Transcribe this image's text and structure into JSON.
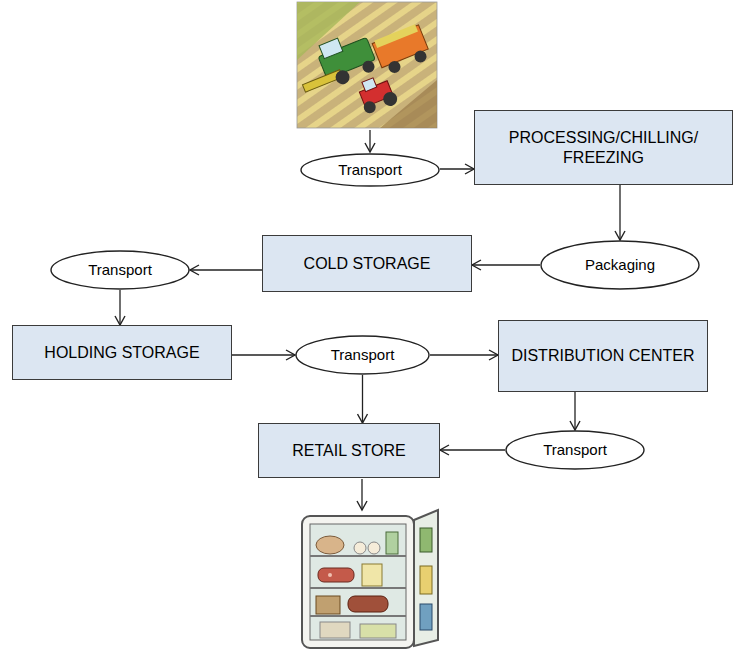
{
  "diagram": {
    "nodes": [
      {
        "text": [
          "Transport"
        ]
      },
      {
        "text": [
          "PROCESSING/CHILLING/ FREEZING"
        ]
      },
      {
        "text": [
          "Packaging"
        ]
      },
      {
        "text": [
          "COLD STORAGE"
        ]
      },
      {
        "text": [
          "Transport"
        ]
      },
      {
        "text": [
          "HOLDING STORAGE"
        ]
      },
      {
        "text": [
          "Transport"
        ]
      },
      {
        "text": [
          "DISTRIBUTION CENTER"
        ]
      },
      {
        "text": [
          "RETAIL STORE"
        ]
      },
      {
        "text": [
          "Transport"
        ]
      }
    ],
    "edges": [
      {
        "from": 0,
        "to": 1,
        "arrow": "to"
      },
      {
        "from": 1,
        "to": 2,
        "arrow": "to"
      },
      {
        "from": 2,
        "to": 3,
        "arrow": "to"
      },
      {
        "from": 3,
        "to": 4,
        "arrow": "to"
      },
      {
        "from": 4,
        "to": 5,
        "arrow": "to"
      },
      {
        "from": 5,
        "to": 6,
        "arrow": "to"
      },
      {
        "from": 6,
        "to": 7,
        "arrow": "to"
      },
      {
        "from": 6,
        "to": 8,
        "arrow": "to"
      },
      {
        "from": 7,
        "to": 9,
        "arrow": "to"
      },
      {
        "from": 9,
        "to": 8,
        "arrow": "to"
      }
    ]
  }
}
